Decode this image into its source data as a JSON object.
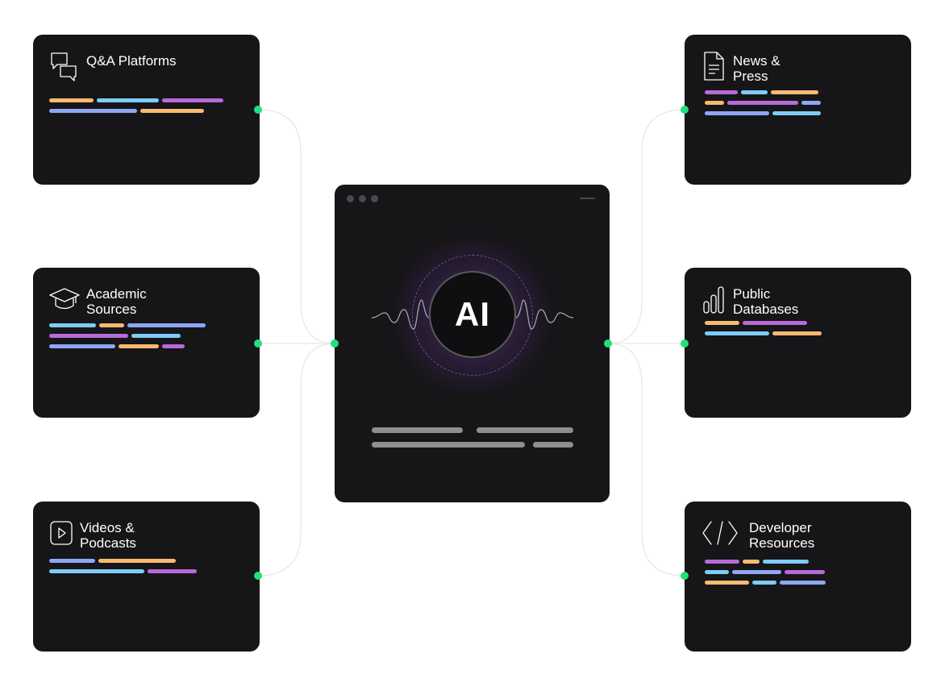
{
  "colors": {
    "card_bg": "#161518",
    "connector": "#e6e6e6",
    "node": "#22e07a",
    "orange": "#f8b971",
    "blue": "#7ecbf8",
    "purple": "#b76ad8",
    "periwinkle": "#8fa6f5",
    "gray_bar": "#8f8f92"
  },
  "center": {
    "label": "AI"
  },
  "sources": [
    {
      "title": "Q&A Platforms",
      "icon": "chat-bubbles-icon",
      "bars": [
        [
          "orange",
          "blue",
          "purple"
        ],
        [
          "periwinkle",
          "orange"
        ]
      ],
      "widths": [
        [
          55,
          77,
          76
        ],
        [
          109,
          79
        ]
      ]
    },
    {
      "title": "Academic\nSources",
      "icon": "graduation-cap-icon",
      "bars": [
        [
          "blue",
          "orange",
          "periwinkle"
        ],
        [
          "purple",
          "blue"
        ],
        [
          "periwinkle",
          "orange",
          "purple"
        ]
      ],
      "widths": [
        [
          58,
          31,
          97
        ],
        [
          98,
          61
        ],
        [
          82,
          50,
          28
        ]
      ]
    },
    {
      "title": "Videos &\nPodcasts",
      "icon": "play-button-icon",
      "bars": [
        [
          "periwinkle",
          "orange"
        ],
        [
          "blue",
          "purple"
        ]
      ],
      "widths": [
        [
          57,
          96
        ],
        [
          118,
          61
        ]
      ]
    },
    {
      "title": "News &\nPress",
      "icon": "document-icon",
      "bars": [
        [
          "purple",
          "blue",
          "orange"
        ],
        [
          "orange",
          "purple",
          "periwinkle"
        ],
        [
          "periwinkle",
          "blue"
        ]
      ],
      "widths": [
        [
          41,
          33,
          59
        ],
        [
          24,
          88,
          24
        ],
        [
          80,
          60
        ]
      ]
    },
    {
      "title": "Public\nDatabases",
      "icon": "bar-chart-icon",
      "bars": [
        [
          "orange",
          "purple"
        ],
        [
          "blue",
          "orange"
        ]
      ],
      "widths": [
        [
          43,
          80
        ],
        [
          80,
          61
        ]
      ]
    },
    {
      "title": "Developer\nResources",
      "icon": "code-brackets-icon",
      "bars": [
        [
          "purple",
          "orange",
          "blue"
        ],
        [
          "blue",
          "periwinkle",
          "purple"
        ],
        [
          "orange",
          "blue",
          "periwinkle"
        ]
      ],
      "widths": [
        [
          43,
          21,
          57
        ],
        [
          30,
          61,
          50
        ],
        [
          55,
          30,
          57
        ]
      ]
    }
  ]
}
